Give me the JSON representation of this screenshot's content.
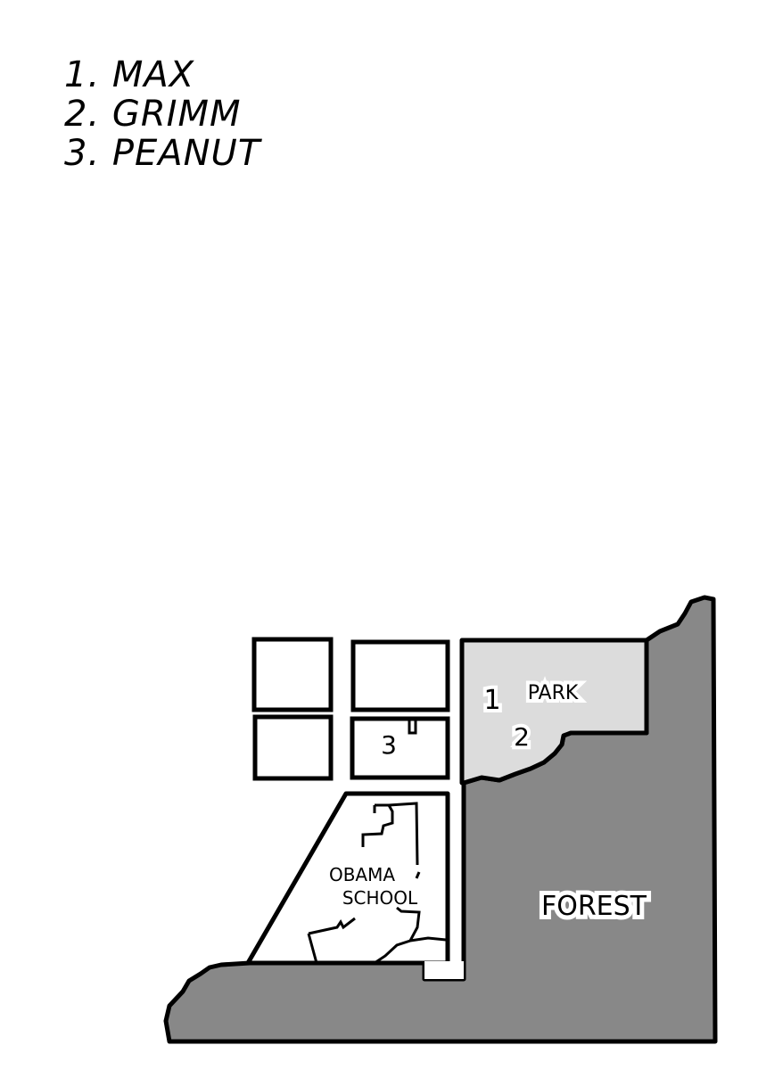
{
  "legend": {
    "items": [
      {
        "number": "1.",
        "name": "MAX",
        "label": "1. MAX"
      },
      {
        "number": "2.",
        "name": "GRIMM",
        "label": "2. GRIMM"
      },
      {
        "number": "3.",
        "name": "PEANUT",
        "label": "3. PEANUT"
      }
    ]
  },
  "map": {
    "park_label": "PARK",
    "forest_label": "FOREST",
    "school_label_line1": "OBAMA",
    "school_label_line2": "SCHOOL",
    "markers": [
      {
        "id": "1",
        "label": "1"
      },
      {
        "id": "2",
        "label": "2"
      },
      {
        "id": "3",
        "label": "3"
      }
    ],
    "colors": {
      "forest": "#888888",
      "park": "#dcdcdc",
      "outline": "#000000",
      "block": "#ffffff"
    }
  }
}
